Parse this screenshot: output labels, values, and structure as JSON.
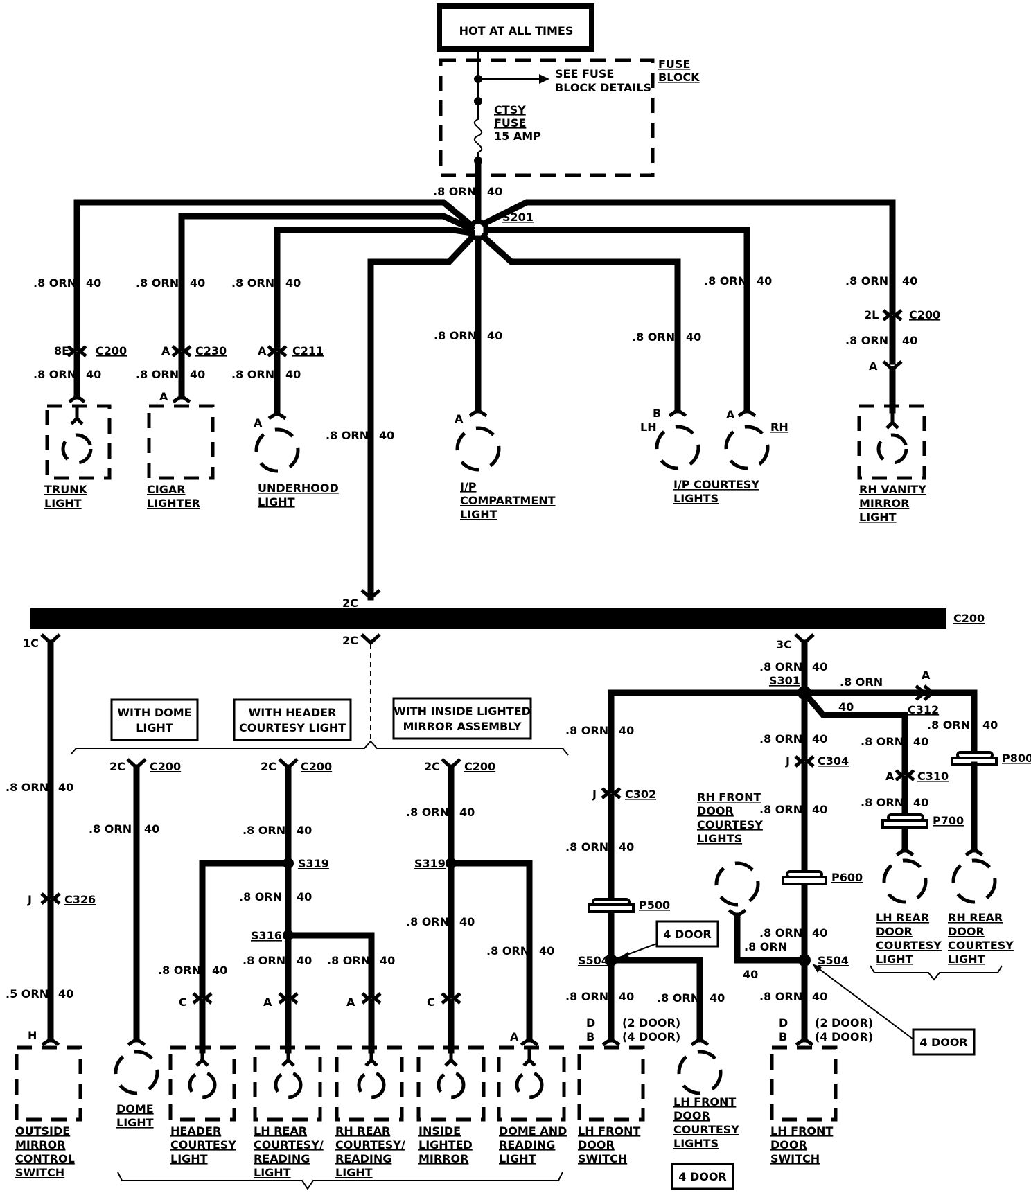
{
  "header": {
    "hot_at_all_times": "HOT AT ALL TIMES"
  },
  "fuse_block": {
    "title_1": "FUSE",
    "title_2": "BLOCK",
    "see_1": "SEE FUSE",
    "see_2": "BLOCK DETAILS",
    "fuse_1": "CTSY",
    "fuse_2": "FUSE",
    "fuse_3": "15 AMP"
  },
  "wire": {
    "gauge": ".8 ORN",
    "gauge_alt": ".5 ORN",
    "circuit": "40"
  },
  "splices": {
    "s201": "S201",
    "s301": "S301",
    "s319": "S319",
    "s316": "S316",
    "s504": "S504"
  },
  "connectors": {
    "c200": "C200",
    "c230": "C230",
    "c211": "C211",
    "c326": "C326",
    "c302": "C302",
    "c304": "C304",
    "c312": "C312",
    "c310": "C310",
    "p800": "P800",
    "p700": "P700",
    "p600": "P600",
    "p500": "P500"
  },
  "pins": {
    "8e": "8E",
    "a": "A",
    "b": "B",
    "c": "C",
    "d": "D",
    "h": "H",
    "j": "J",
    "2l": "2L",
    "2c": "2C",
    "1c": "1C",
    "3c": "3C",
    "lh": "LH",
    "rh": "RH"
  },
  "options": {
    "dome": [
      "WITH DOME",
      "LIGHT"
    ],
    "header": [
      "WITH HEADER",
      "COURTESY LIGHT"
    ],
    "mirror": [
      "WITH INSIDE LIGHTED",
      "MIRROR ASSEMBLY"
    ],
    "four_door": "4 DOOR",
    "two_door": "(2 DOOR)",
    "four_door_paren": "(4 DOOR)"
  },
  "components": {
    "trunk": [
      "TRUNK",
      "LIGHT"
    ],
    "cigar": [
      "CIGAR",
      "LIGHTER"
    ],
    "underhood": [
      "UNDERHOOD",
      "LIGHT"
    ],
    "ip_comp": [
      "I/P",
      "COMPARTMENT",
      "LIGHT"
    ],
    "ip_courtesy": [
      "I/P COURTESY",
      "LIGHTS"
    ],
    "rh_vanity": [
      "RH VANITY",
      "MIRROR",
      "LIGHT"
    ],
    "outside_mirror": [
      "OUTSIDE",
      "MIRROR",
      "CONTROL",
      "SWITCH"
    ],
    "dome": [
      "DOME",
      "LIGHT"
    ],
    "header_courtesy": [
      "HEADER",
      "COURTESY",
      "LIGHT"
    ],
    "lh_rear_reading": [
      "LH REAR",
      "COURTESY/",
      "READING",
      "LIGHT"
    ],
    "rh_rear_reading": [
      "RH REAR",
      "COURTESY/",
      "READING",
      "LIGHT"
    ],
    "inside_mirror": [
      "INSIDE",
      "LIGHTED",
      "MIRROR"
    ],
    "dome_reading": [
      "DOME AND",
      "READING",
      "LIGHT"
    ],
    "lh_front_switch": [
      "LH FRONT",
      "DOOR",
      "SWITCH"
    ],
    "lh_front_courtesy": [
      "LH FRONT",
      "DOOR",
      "COURTESY",
      "LIGHTS"
    ],
    "rh_front_courtesy": [
      "RH FRONT",
      "DOOR",
      "COURTESY",
      "LIGHTS"
    ],
    "lh_rear_door": [
      "LH REAR",
      "DOOR",
      "COURTESY",
      "LIGHT"
    ],
    "rh_rear_door": [
      "RH REAR",
      "DOOR",
      "COURTESY",
      "LIGHT"
    ]
  }
}
